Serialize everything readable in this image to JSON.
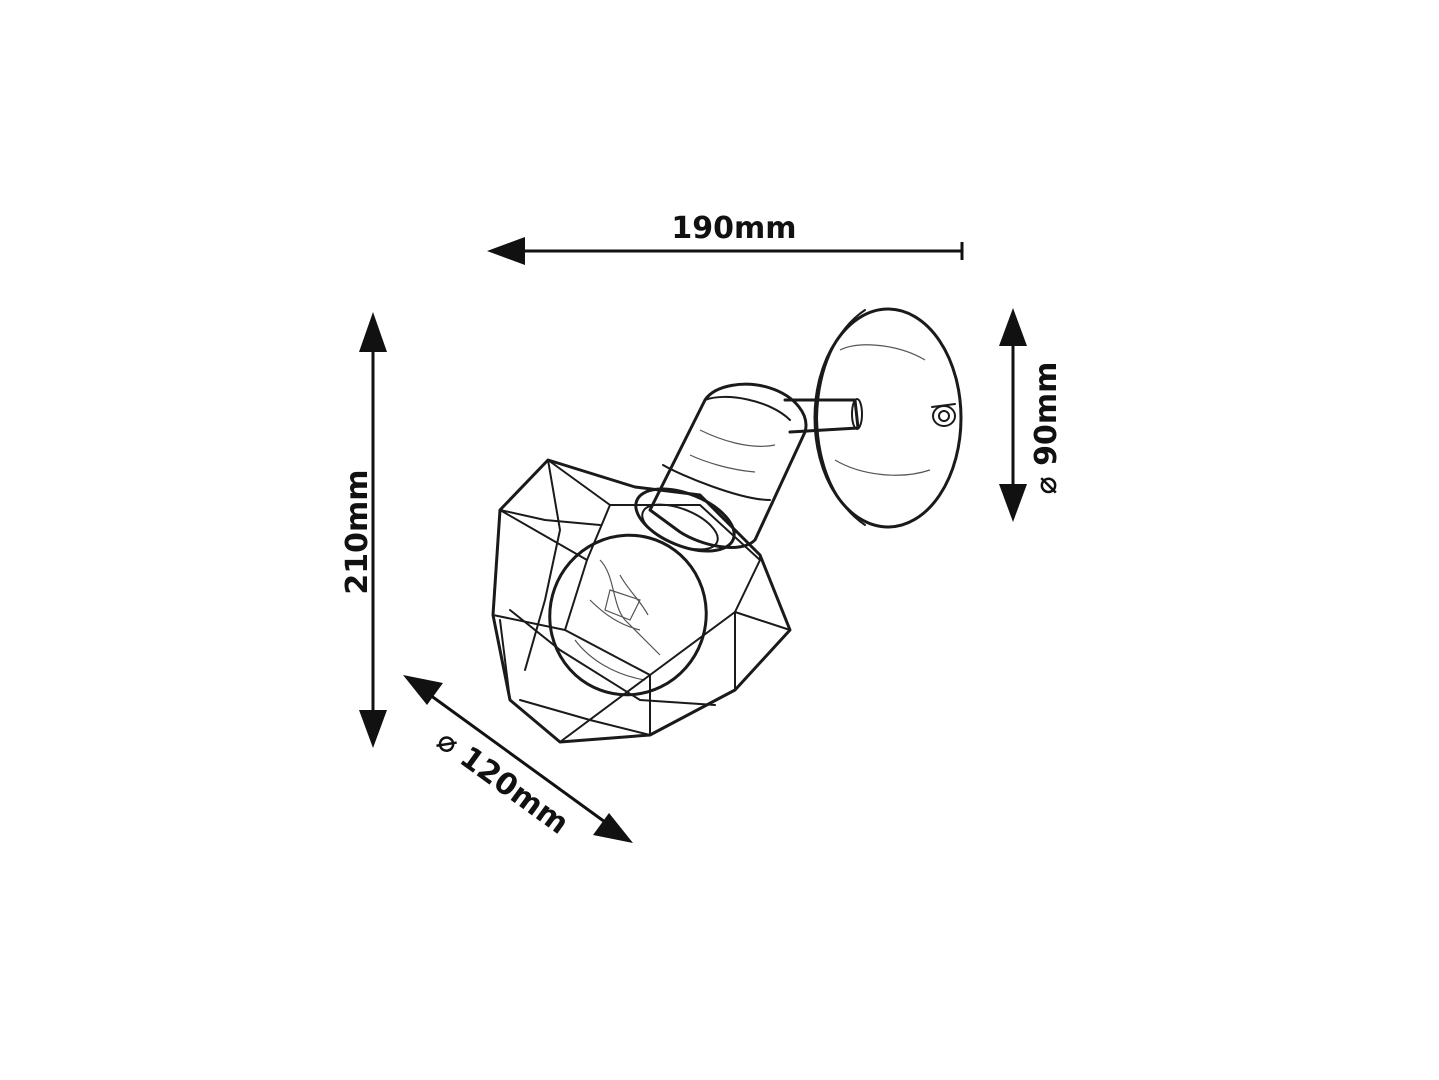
{
  "dimensions": {
    "length": "190mm",
    "height": "210mm",
    "base_diameter": "⌀ 90mm",
    "shade_diameter": "⌀ 120mm"
  },
  "colors": {
    "ink": "#1a1a1a",
    "background": "#ffffff"
  }
}
